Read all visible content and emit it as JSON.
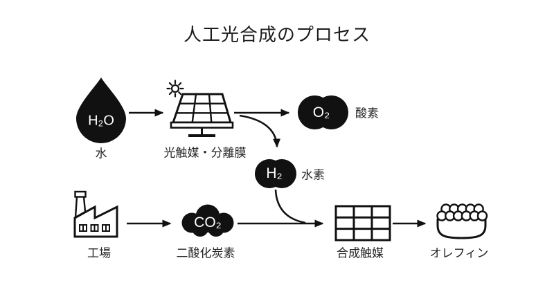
{
  "title": "人工光合成のプロセス",
  "colors": {
    "ink": "#111111",
    "label_text": "#242424",
    "formula_text": "#ffffff",
    "background": "#ffffff"
  },
  "nodes": {
    "water": {
      "formula": "H₂O",
      "label": "水",
      "icon": "water-drop-icon"
    },
    "photocatalyst": {
      "label": "光触媒・分離膜",
      "icon": "solar-panel-icon",
      "secondary_icon": "sun-icon"
    },
    "oxygen": {
      "formula": "O₂",
      "label": "酸素",
      "icon": "o2-molecule-icon"
    },
    "hydrogen": {
      "formula": "H₂",
      "label": "水素",
      "icon": "h2-molecule-icon"
    },
    "factory": {
      "label": "工場",
      "icon": "factory-icon"
    },
    "carbon_dioxide": {
      "formula": "CO₂",
      "label": "二酸化炭素",
      "icon": "co2-cloud-icon"
    },
    "catalyst": {
      "label": "合成触媒",
      "icon": "catalyst-grid-icon"
    },
    "olefin": {
      "label": "オレフィン",
      "icon": "olefin-container-icon"
    }
  }
}
